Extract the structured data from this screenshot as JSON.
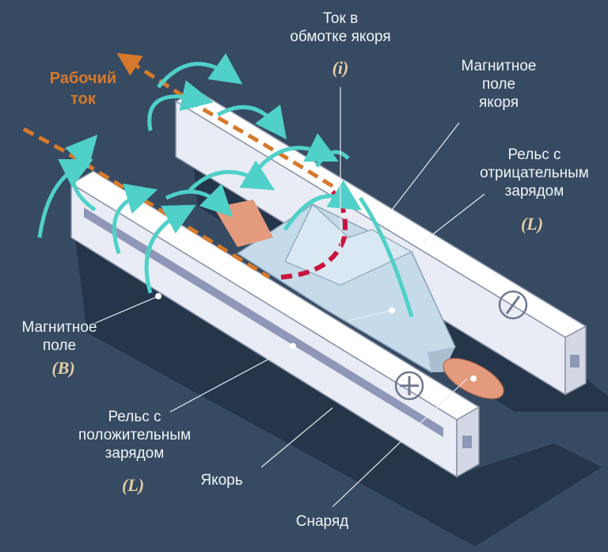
{
  "labels": {
    "work_current": [
      "Рабочий",
      "ток"
    ],
    "armature_current": [
      "Ток в",
      "обмотке якоря"
    ],
    "armature_current_symbol": "(i)",
    "armature_field": [
      "Магнитное",
      "поле",
      "якоря"
    ],
    "negative_rail": [
      "Рельс с",
      "отрицательным",
      "зарядом"
    ],
    "negative_rail_symbol": "(L)",
    "magnetic_field": [
      "Магнитное",
      "поле"
    ],
    "magnetic_field_symbol": "(B)",
    "positive_rail": [
      "Рельс  с",
      "положительным",
      "зарядом"
    ],
    "positive_rail_symbol": "(L)",
    "armature": "Якорь",
    "projectile": "Снаряд"
  },
  "icons": {
    "negative_sign": "minus-sign-icon",
    "positive_sign": "plus-sign-icon",
    "current_arrow": "arrow-icon",
    "field_loop": "field-loop-icon"
  },
  "colors": {
    "background": "#364a61",
    "rail_top": "#ffffff",
    "rail_side": "#e9ecf4",
    "field_lines": "#4fd0c8",
    "work_current": "#d7792c",
    "armature_current": "#c8143c",
    "projectile": "#e49a7c",
    "armature": "#c5dbea"
  }
}
